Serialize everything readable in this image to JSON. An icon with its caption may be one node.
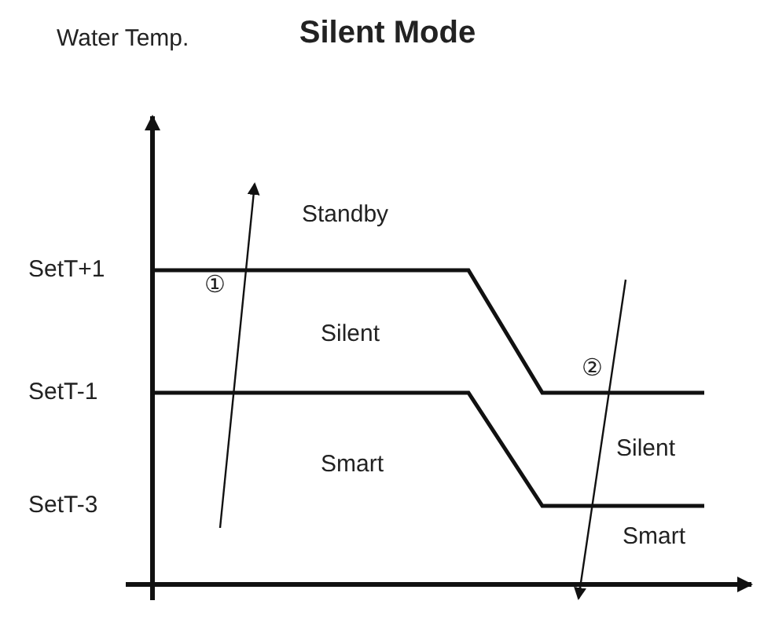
{
  "diagram": {
    "title": "Silent Mode",
    "labels": [
      "Water Temp.",
      "SetT+1",
      "SetT-1",
      "SetT-3",
      "Standby",
      "Silent",
      "Smart",
      "Silent",
      "Smart",
      "①",
      "②"
    ]
  }
}
